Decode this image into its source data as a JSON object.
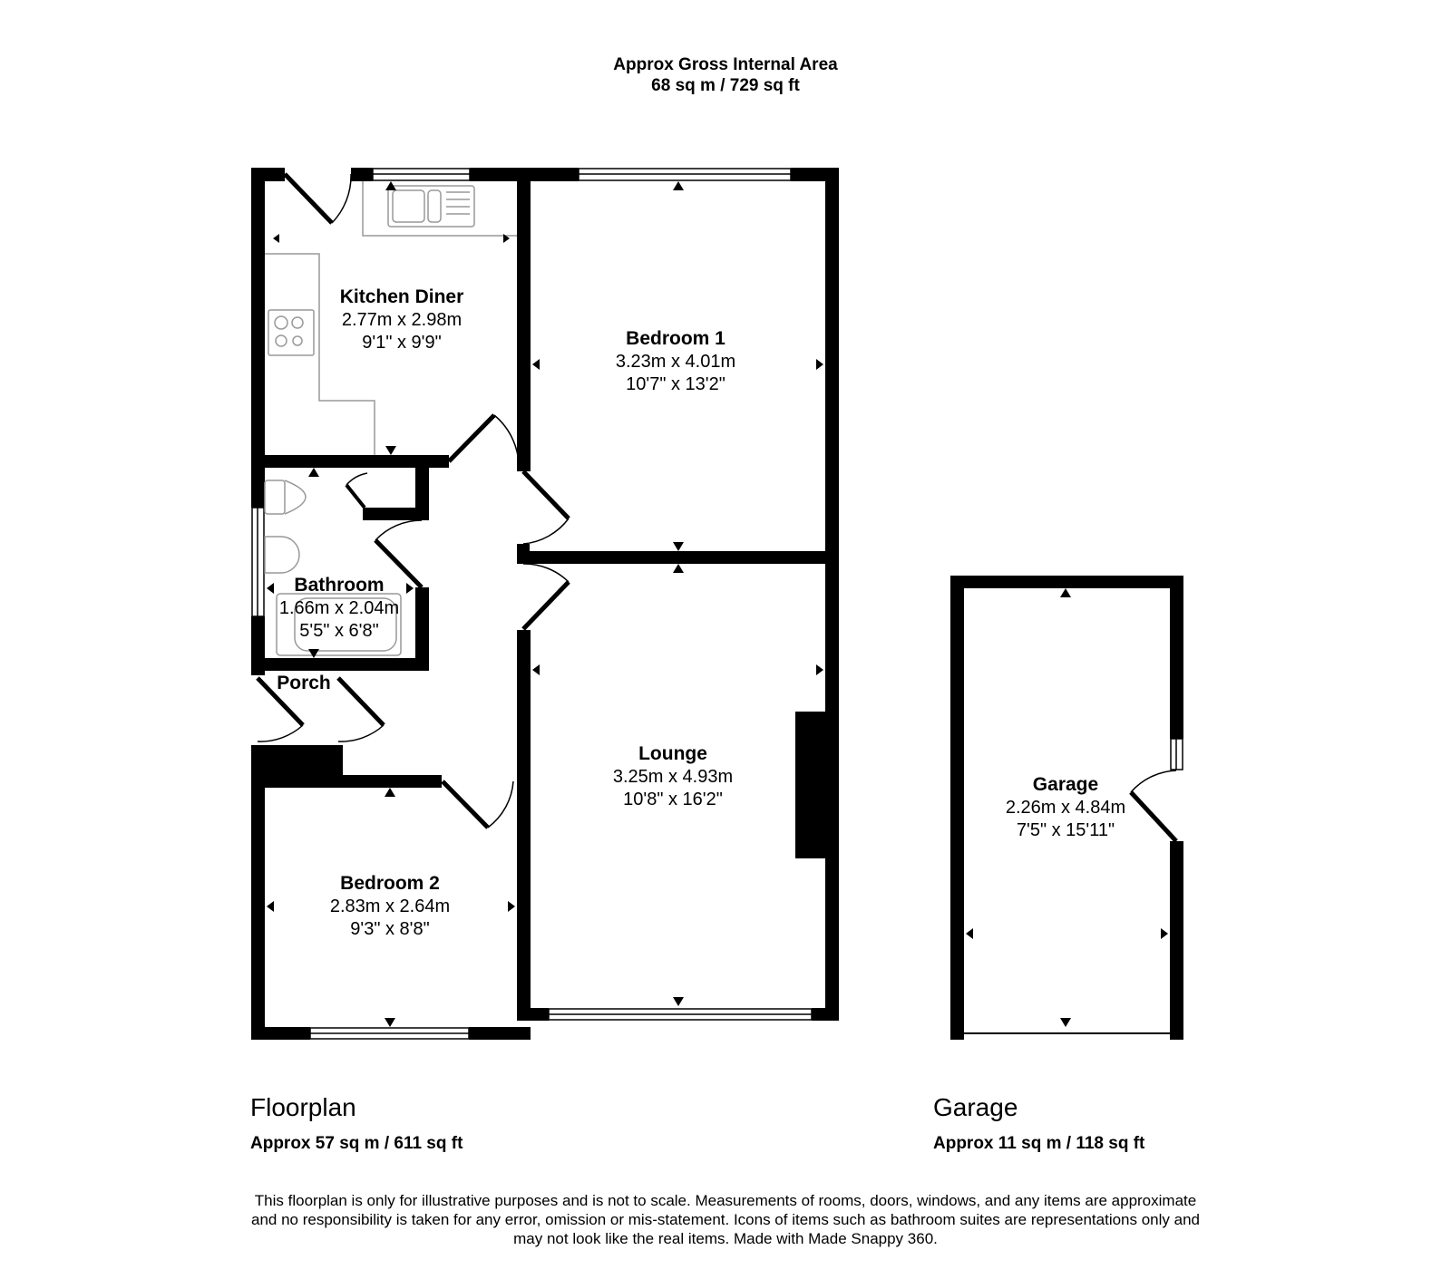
{
  "header": {
    "title": "Approx Gross Internal Area",
    "area": "68 sq m / 729 sq ft"
  },
  "rooms": {
    "kitchen": {
      "name": "Kitchen Diner",
      "metric": "2.77m x 2.98m",
      "imperial": "9'1\" x 9'9\""
    },
    "bedroom1": {
      "name": "Bedroom 1",
      "metric": "3.23m x 4.01m",
      "imperial": "10'7\" x 13'2\""
    },
    "bathroom": {
      "name": "Bathroom",
      "metric": "1.66m x 2.04m",
      "imperial": "5'5\" x 6'8\""
    },
    "porch": {
      "name": "Porch"
    },
    "lounge": {
      "name": "Lounge",
      "metric": "3.25m x 4.93m",
      "imperial": "10'8\" x 16'2\""
    },
    "bedroom2": {
      "name": "Bedroom 2",
      "metric": "2.83m x 2.64m",
      "imperial": "9'3\" x 8'8\""
    },
    "garage": {
      "name": "Garage",
      "metric": "2.26m x 4.84m",
      "imperial": "7'5\" x 15'11\""
    }
  },
  "sections": {
    "floorplan": {
      "title": "Floorplan",
      "area": "Approx 57 sq m / 611 sq ft"
    },
    "garage": {
      "title": "Garage",
      "area": "Approx 11 sq m / 118 sq ft"
    }
  },
  "disclaimer": {
    "line1": "This floorplan is only for illustrative purposes and is not to scale. Measurements of rooms, doors, windows, and any items are approximate",
    "line2": "and no responsibility is taken for any error, omission or mis-statement. Icons of items such as bathroom suites are representations only and",
    "line3": "may not look like the real items. Made with Made Snappy 360."
  },
  "colors": {
    "wall": "#000000",
    "fixture": "#999999",
    "background": "#ffffff"
  }
}
